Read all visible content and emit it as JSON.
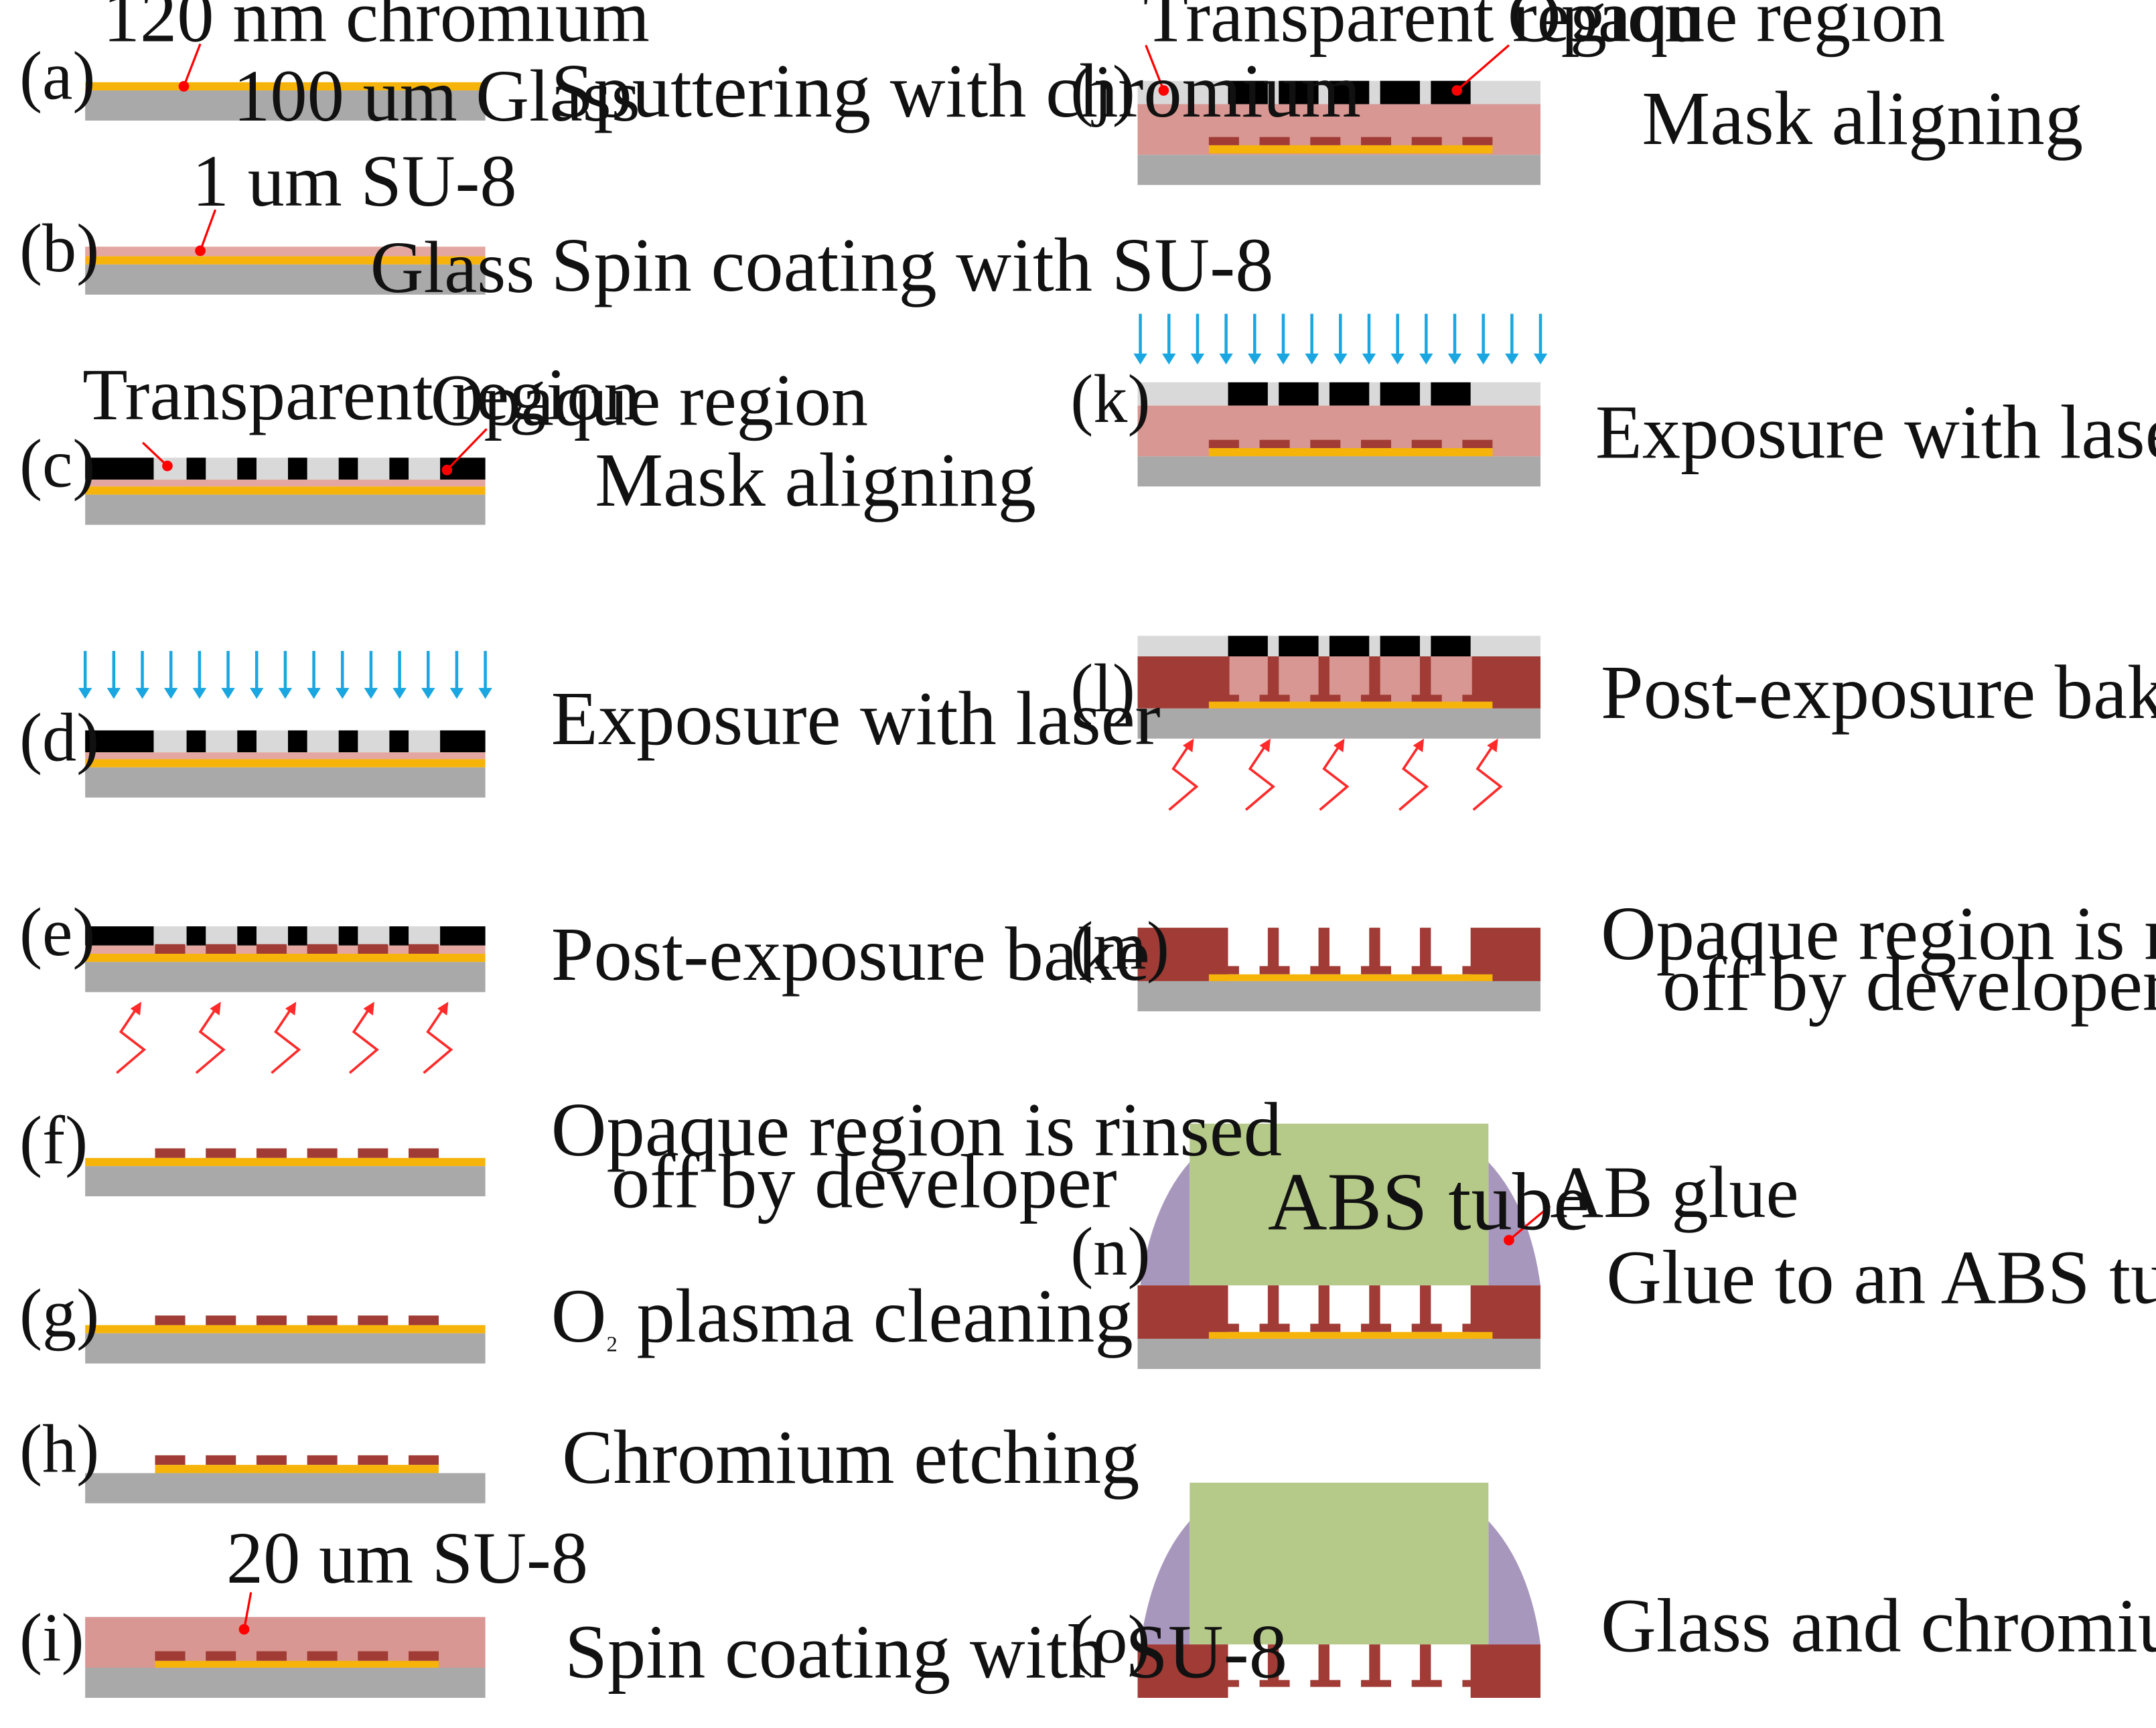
{
  "colors": {
    "glass": "#a9a9a9",
    "chromium": "#f6b40b",
    "su8_thin": "#e3a6a0",
    "su8_thick": "#d89792",
    "crosslinked_su8": "#a03b35",
    "mask_transparent": "#d9d9d9",
    "mask_opaque": "#000000",
    "laser_arrow": "#1aa6e0",
    "heat_arrow": "#ff2a2a",
    "leader_line": "#ff0000",
    "abs_tube": "#b5ca88",
    "ab_glue": "#a897bd",
    "icon_laser": "down-arrow-icon",
    "icon_heat": "zigzag-heat-arrow-icon"
  },
  "steps": [
    {
      "label": "(a)",
      "description": [
        "Sputtering with chromium"
      ]
    },
    {
      "label": "(b)",
      "description": [
        "Spin coating with SU-8"
      ]
    },
    {
      "label": "(c)",
      "description": [
        "Mask aligning"
      ]
    },
    {
      "label": "(d)",
      "description": [
        "Exposure with laser"
      ]
    },
    {
      "label": "(e)",
      "description": [
        "Post-exposure bake"
      ]
    },
    {
      "label": "(f)",
      "description": [
        "Opaque region is rinsed",
        "off by developer"
      ]
    },
    {
      "label": "(g)",
      "description": [
        "O",
        "2",
        " plasma cleaning"
      ]
    },
    {
      "label": "(h)",
      "description": [
        "Chromium etching"
      ]
    },
    {
      "label": "(i)",
      "description": [
        "Spin coating with SU-8"
      ]
    },
    {
      "label": "(j)",
      "description": [
        "Mask aligning"
      ]
    },
    {
      "label": "(k)",
      "description": [
        "Exposure with laser"
      ]
    },
    {
      "label": "(l)",
      "description": [
        "Post-exposure bake"
      ]
    },
    {
      "label": "(m)",
      "description": [
        "Opaque region is rinsed",
        "off by developer"
      ]
    },
    {
      "label": "(n)",
      "description": [
        "Glue to an ABS tube"
      ]
    },
    {
      "label": "(o)",
      "description": [
        "Glass and chromium removing"
      ]
    }
  ],
  "annotations": {
    "chromium_thickness": "120 nm chromium",
    "glass_thickness": "100 um Glass",
    "su8_thin": "1 um SU-8",
    "glass": "Glass",
    "transparent_region": "Transparent region",
    "opaque_region": "Opaque region",
    "su8_thick": "20 um SU-8",
    "abs_tube": "ABS tube",
    "ab_glue": "AB glue"
  }
}
